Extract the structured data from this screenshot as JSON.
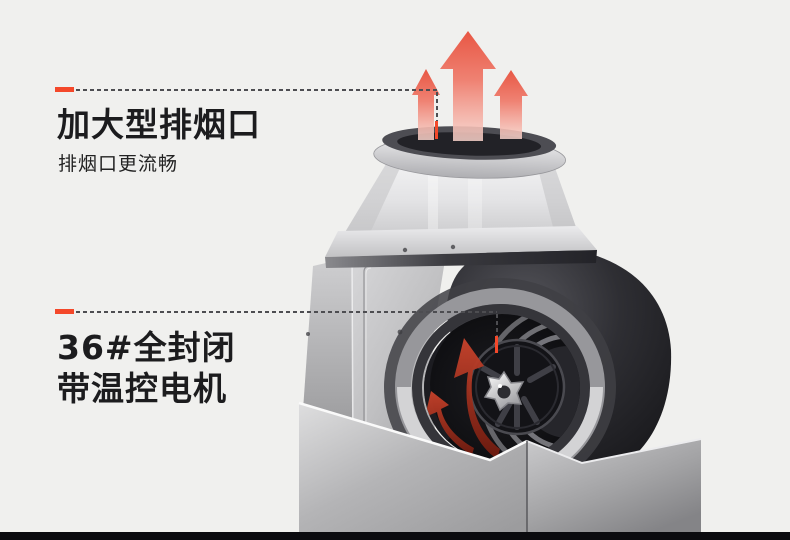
{
  "colors": {
    "accent": "#f4482a",
    "background": "#f0f0ee",
    "arrow-coral": "#ec6453",
    "swirl-red": "#a93322",
    "bottom-bar": "#0b0b0f"
  },
  "callouts": [
    {
      "title": "加大型排烟口",
      "subtitle": "排烟口更流畅"
    },
    {
      "title_line1": "36#全封闭",
      "title_line2": "带温控电机"
    }
  ],
  "icons": {
    "exhaust_arrows": "upward-airflow-arrows",
    "intake_arrows": "curved-intake-swirl-arrows"
  }
}
